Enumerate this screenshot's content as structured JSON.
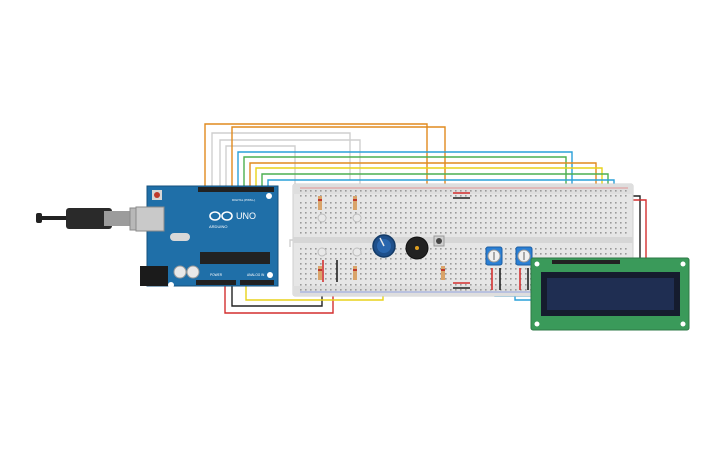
{
  "board": {
    "brand": "ARDUINO",
    "model": "UNO",
    "label_digital": "DIGITAL (PWM~)",
    "label_power": "POWER",
    "label_analog": "ANALOG IN"
  },
  "colors": {
    "board": "#1f6fa8",
    "breadboard": "#e3e3e3",
    "lcd_pcb": "#3a9a5a",
    "lcd_screen": "#1b2a4a",
    "wire_orange": "#e08a1e",
    "wire_blue": "#2aa0d8",
    "wire_green": "#4caf50",
    "wire_yellow": "#e8d21a",
    "wire_red": "#d32f2f",
    "wire_black": "#222222",
    "wire_gray": "#c8c8c8"
  },
  "components": {
    "usb_cable": "usb-cable",
    "potentiometer": "potentiometer-knob",
    "buzzer": "piezo-buzzer",
    "pushbutton": "pushbutton",
    "trimmers": [
      "trimmer-1",
      "trimmer-2"
    ],
    "lcd": "lcd-16x2"
  }
}
